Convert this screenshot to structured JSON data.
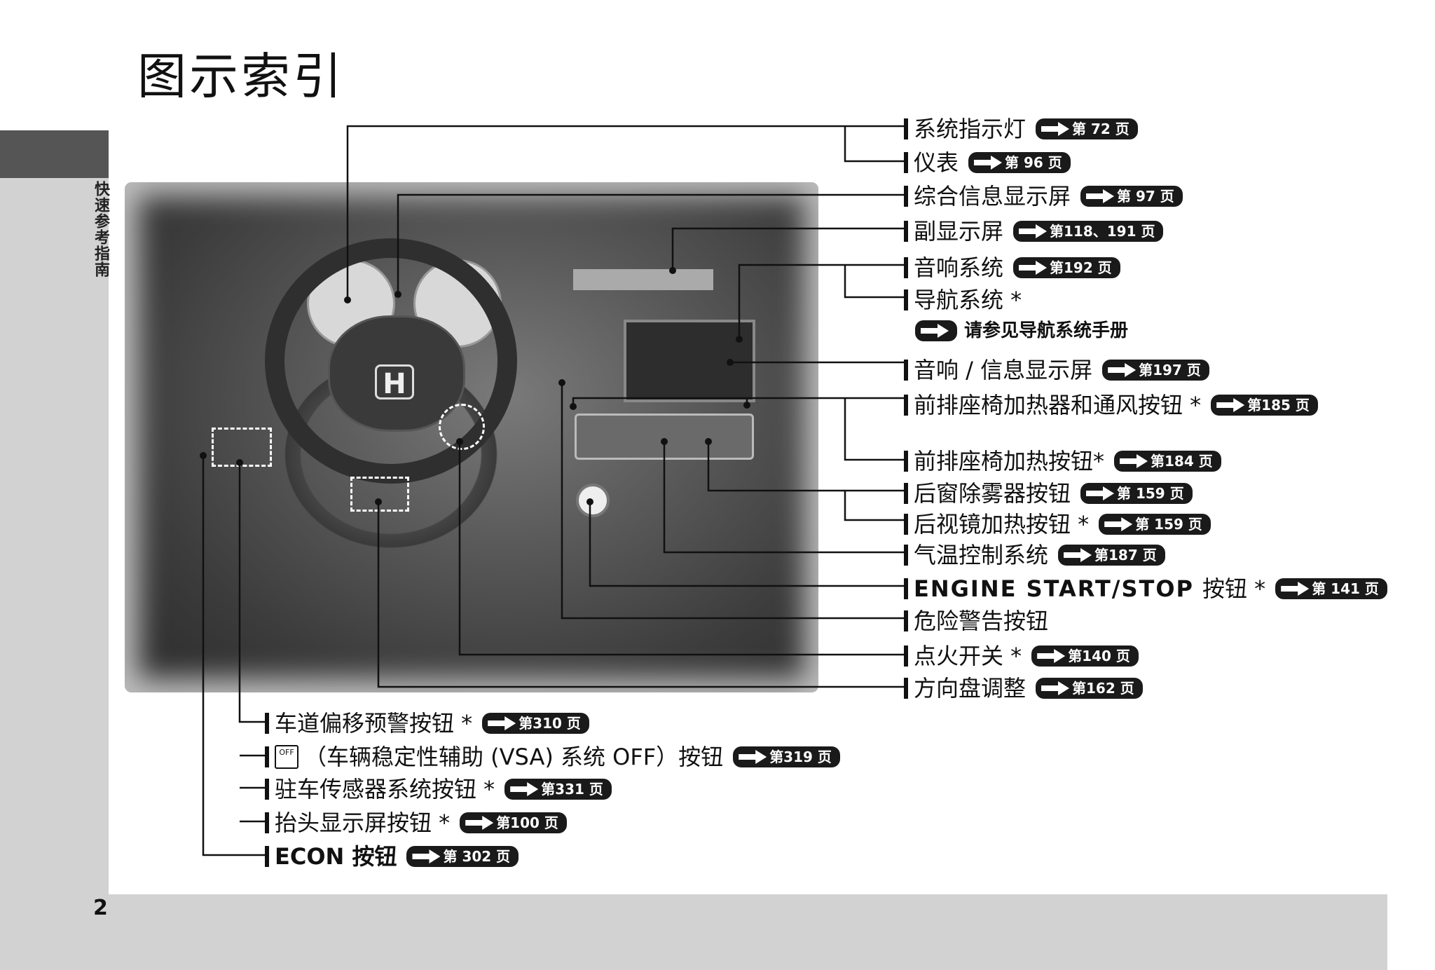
{
  "page": {
    "title": "图示索引",
    "section_tab": "快速参考指南",
    "page_number": "2"
  },
  "car": {
    "logo": "H"
  },
  "right_labels": [
    {
      "text": "系统指示灯",
      "ref": "第 72 页"
    },
    {
      "text": "仪表",
      "ref": "第 96 页"
    },
    {
      "text": "综合信息显示屏",
      "ref": "第 97 页"
    },
    {
      "text": "副显示屏",
      "ref": "第118、191 页"
    },
    {
      "text": "音响系统",
      "ref": "第192 页"
    },
    {
      "text": "导航系统 *",
      "ref": ""
    },
    {
      "text": "请参见导航系统手册",
      "ref": ""
    },
    {
      "text": "音响 / 信息显示屏",
      "ref": "第197 页"
    },
    {
      "text": "前排座椅加热器和通风按钮 *",
      "ref": "第185 页"
    },
    {
      "text": "前排座椅加热按钮*",
      "ref": "第184 页"
    },
    {
      "text": "后窗除雾器按钮",
      "ref": "第 159 页"
    },
    {
      "text": "后视镜加热按钮 *",
      "ref": "第 159 页"
    },
    {
      "text": "气温控制系统",
      "ref": "第187 页"
    },
    {
      "text": "ENGINE START/STOP",
      "ref": "第 141 页",
      "suffix": "按钮 *"
    },
    {
      "text": "危险警告按钮",
      "ref": ""
    },
    {
      "text": "点火开关 *",
      "ref": "第140 页"
    },
    {
      "text": "方向盘调整",
      "ref": "第162 页"
    }
  ],
  "bottom_labels": [
    {
      "text": "车道偏移预警按钮 *",
      "ref": "第310 页"
    },
    {
      "text": "（车辆稳定性辅助 (VSA) 系统 OFF）按钮",
      "ref": "第319 页",
      "icon_text": "OFF"
    },
    {
      "text": "驻车传感器系统按钮 *",
      "ref": "第331 页"
    },
    {
      "text": "抬头显示屏按钮 *",
      "ref": "第100 页"
    },
    {
      "text": "ECON 按钮",
      "ref": "第 302 页"
    }
  ]
}
